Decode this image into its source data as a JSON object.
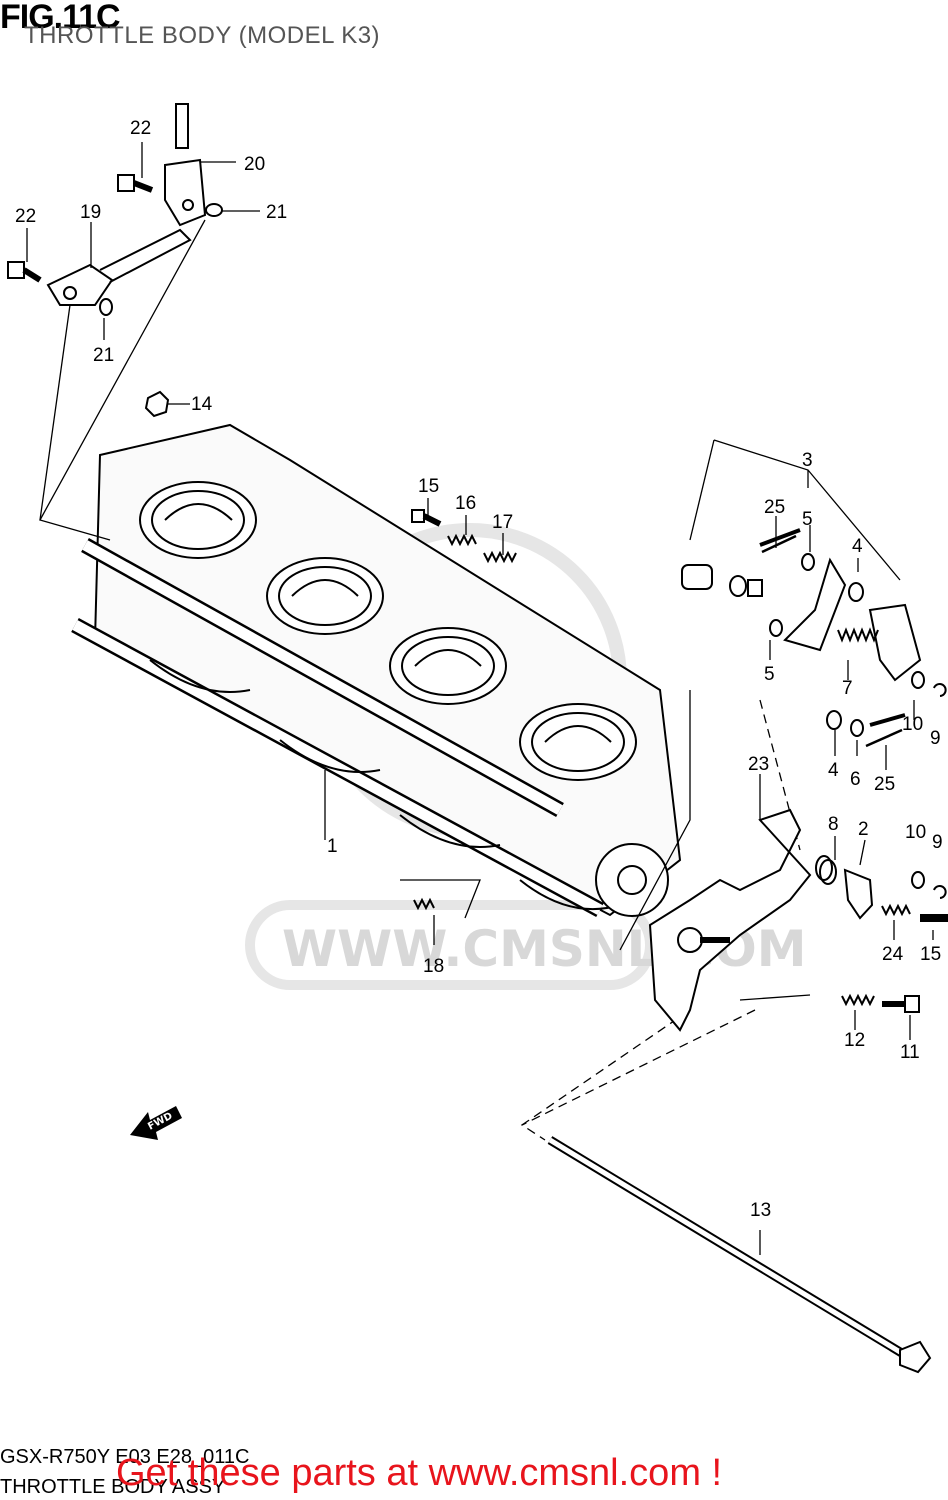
{
  "figure": {
    "title": "FIG.11C",
    "subtitle": "THROTTLE BODY (MODEL K3)"
  },
  "watermark": "WWW.CMSNL.COM",
  "fwd_label": "FWD",
  "callouts": {
    "c1": "1",
    "c2": "2",
    "c3": "3",
    "c4a": "4",
    "c4b": "4",
    "c5a": "5",
    "c5b": "5",
    "c6": "6",
    "c7": "7",
    "c8": "8",
    "c9a": "9",
    "c9b": "9",
    "c10a": "10",
    "c10b": "10",
    "c11": "11",
    "c12": "12",
    "c13": "13",
    "c14": "14",
    "c15a": "15",
    "c15b": "15",
    "c16": "16",
    "c17": "17",
    "c18": "18",
    "c19": "19",
    "c20": "20",
    "c21a": "21",
    "c21b": "21",
    "c22a": "22",
    "c22b": "22",
    "c23": "23",
    "c24": "24",
    "c25a": "25",
    "c25b": "25"
  },
  "footer": {
    "model_code": "GSX-R750Y E03 E28_011C",
    "part_name": "THROTTLE BODY ASSY",
    "link_text": "Get these parts at www.cmsnl.com !"
  }
}
